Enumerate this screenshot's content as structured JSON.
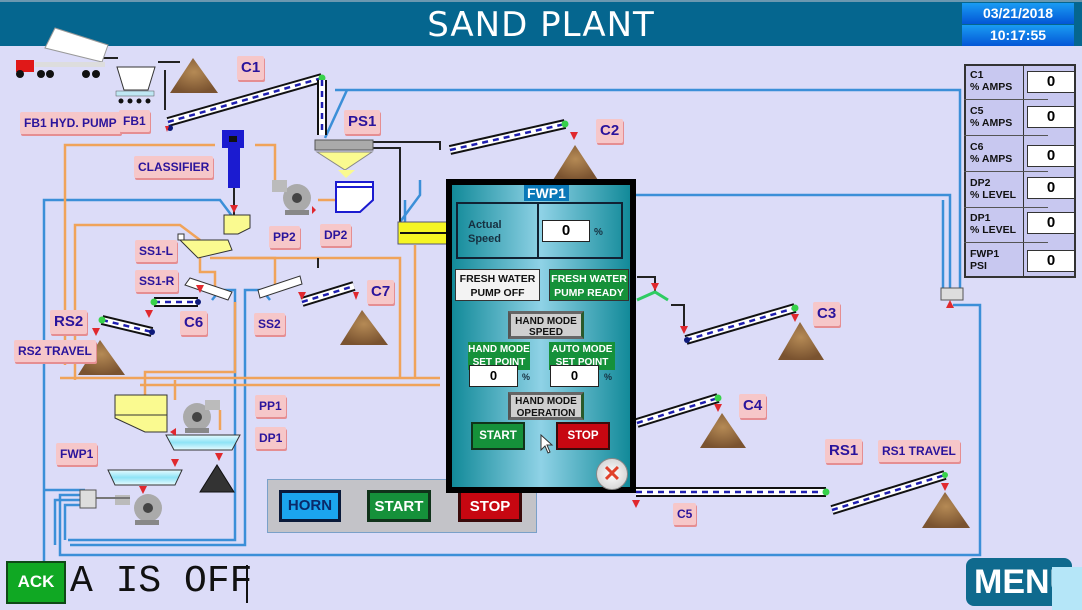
{
  "header": {
    "title": "SAND PLANT",
    "date": "03/21/2018",
    "time": "10:17:55"
  },
  "equipment_labels": {
    "c1": "C1",
    "c2": "C2",
    "c3": "C3",
    "c4": "C4",
    "c5": "C5",
    "c6": "C6",
    "c7": "C7",
    "fb1_hyd_pump": "FB1 HYD. PUMP",
    "fb1": "FB1",
    "ps1": "PS1",
    "classifier": "CLASSIFIER",
    "pp2": "PP2",
    "dp2": "DP2",
    "ss1_l": "SS1-L",
    "ss1_r": "SS1-R",
    "ss2": "SS2",
    "rs2": "RS2",
    "rs2_travel": "RS2 TRAVEL",
    "pp1": "PP1",
    "dp1": "DP1",
    "fwp1": "FWP1",
    "rs1": "RS1",
    "rs1_travel": "RS1 TRAVEL"
  },
  "readouts": [
    {
      "label_line1": "C1",
      "label_line2": "% AMPS",
      "value": "0"
    },
    {
      "label_line1": "C5",
      "label_line2": "% AMPS",
      "value": "0"
    },
    {
      "label_line1": "C6",
      "label_line2": "% AMPS",
      "value": "0"
    },
    {
      "label_line1": "DP2",
      "label_line2": "% LEVEL",
      "value": "0"
    },
    {
      "label_line1": "DP1",
      "label_line2": "% LEVEL",
      "value": "0"
    },
    {
      "label_line1": "FWP1",
      "label_line2": "PSI",
      "value": "0"
    }
  ],
  "popup": {
    "title": "FWP1",
    "actual_speed_label_1": "Actual",
    "actual_speed_label_2": "Speed",
    "actual_speed_value": "0",
    "percent": "%",
    "status_off_1": "FRESH WATER",
    "status_off_2": "PUMP OFF",
    "status_ready_1": "FRESH WATER",
    "status_ready_2": "PUMP READY",
    "hand_mode_speed_1": "HAND MODE",
    "hand_mode_speed_2": "SPEED",
    "hand_sp_label_1": "HAND MODE",
    "hand_sp_label_2": "SET POINT",
    "hand_sp_value": "0",
    "auto_sp_label_1": "AUTO MODE",
    "auto_sp_label_2": "SET POINT",
    "auto_sp_value": "0",
    "hand_mode_op_1": "HAND MODE",
    "hand_mode_op_2": "OPERATION",
    "start": "START",
    "stop": "STOP",
    "close_icon": "close-x-icon"
  },
  "controls": {
    "horn": "HORN",
    "start": "START",
    "stop": "STOP"
  },
  "footer": {
    "ack": "ACK",
    "alarm_text": "A IS OFF",
    "menu": "MENU"
  },
  "colors": {
    "header_bg": "#05668f",
    "background": "#dcdcf8",
    "label_bg": "#f6c7c9",
    "start_green": "#15913a",
    "stop_red": "#c70711",
    "horn_blue": "#1ba5ee",
    "water_pipe": "#3b8fd8",
    "slurry_pipe": "#f0a35a"
  }
}
